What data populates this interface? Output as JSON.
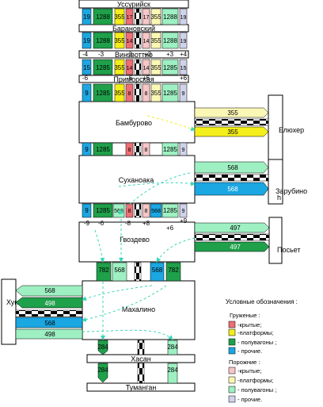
{
  "colors": {
    "loaded_covered": "#ee6f75",
    "loaded_platform": "#f4ee1a",
    "loaded_gondola": "#1fa04a",
    "loaded_other": "#1aa7e2",
    "empty_covered": "#f7c6c6",
    "empty_platform": "#fbf7b5",
    "empty_gondola": "#9ef0c2",
    "empty_other": "#cfd3ea",
    "arrow_dashed": "#38d6b8"
  },
  "stations": {
    "ussuriysk": "Уссурийск",
    "baranovsky": "Барановский",
    "voroshilov": "Винзвоттио",
    "primorskaya": "Приморская",
    "bamburovo": "Бамбурово",
    "sukhanovka": "Суханоака",
    "gvozdevo": "Гвоздево",
    "makhalino": "Махалино",
    "khasan": "Хасан",
    "tumangan": "Туманган"
  },
  "side_destinations": {
    "blukher": "Блюхер",
    "zarubino": "Зарубино",
    "zarubino_suffix": "h",
    "posyet": "Посьет",
    "hunchun": "Хуньчунь"
  },
  "column_values": {
    "row_ussuriysk": [
      "19",
      "1288",
      "355",
      "17",
      "17",
      "355",
      "1288",
      "19"
    ],
    "row_baranovsky": [
      "19",
      "1288",
      "355",
      "14",
      "14",
      "355",
      "1288",
      "19"
    ],
    "row_voroshilov": [
      "15",
      "1285",
      "355",
      "14",
      "14",
      "355",
      "1285",
      "15"
    ],
    "row_primorskaya": [
      "9",
      "1285",
      "355",
      "8",
      "8",
      "355",
      "1285",
      "9"
    ],
    "row_bamburovo_south": [
      "9",
      "1285",
      "8",
      "8",
      "1285",
      "9"
    ],
    "row_sukhanovka_south": [
      "9",
      "1285",
      "568",
      "8",
      "8",
      "568",
      "1285",
      "9"
    ],
    "row_gvozdevo_south": [
      "782",
      "568",
      "568",
      "782"
    ],
    "row_makhalino_south": [
      "284",
      "284"
    ],
    "row_khasan_south": [
      "284",
      "284"
    ]
  },
  "delta_labels": {
    "below_baranovsky": [
      "-4",
      "-3",
      "-3",
      "+3",
      "+3",
      "+4"
    ],
    "below_voroshilov": [
      "-6",
      "-6",
      "+6",
      "+6"
    ],
    "below_sukhanovka": [
      "-9",
      "-6",
      "-8",
      "+8",
      "+9",
      "+6"
    ]
  },
  "branch_values": {
    "blukher_top": "355",
    "blukher_bottom": "355",
    "zarubino_top": "568",
    "zarubino_bottom": "568",
    "posyet_top": "497",
    "posyet_bottom": "497",
    "hunchun_1": "568",
    "hunchun_2": "498",
    "hunchun_3": "568",
    "hunchun_4": "498"
  },
  "legend": {
    "title": "Условные обозначения :",
    "loaded_title": "Груженые :",
    "empty_title": "Порожние :",
    "loaded_items": [
      "-крытые;",
      "-платформы;",
      "- полувагоны ;",
      "- прочие."
    ],
    "empty_items": [
      "-крытые;",
      "-платформы;",
      "- полувагоны ;",
      "- прочие."
    ]
  }
}
